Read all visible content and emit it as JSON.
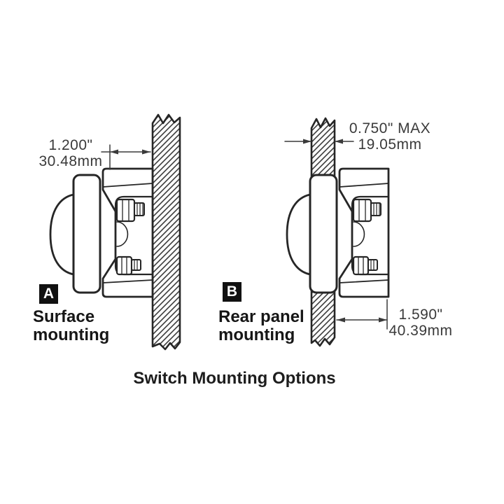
{
  "title": "Switch Mounting Options",
  "colors": {
    "line": "#262626",
    "dimension": "#3a3a3a",
    "hatch": "#3c3c3c",
    "badge_bg": "#111111",
    "badge_fg": "#ffffff",
    "background": "#ffffff"
  },
  "diagram_a": {
    "badge": "A",
    "caption_line1": "Surface",
    "caption_line2": "mounting",
    "dimension": {
      "inches": "1.200\"",
      "mm": "30.48mm"
    }
  },
  "diagram_b": {
    "badge": "B",
    "caption_line1": "Rear panel",
    "caption_line2": "mounting",
    "dimension_panel": {
      "inches": "0.750\" MAX",
      "mm": "19.05mm"
    },
    "dimension_depth": {
      "inches": "1.590\"",
      "mm": "40.39mm"
    }
  }
}
